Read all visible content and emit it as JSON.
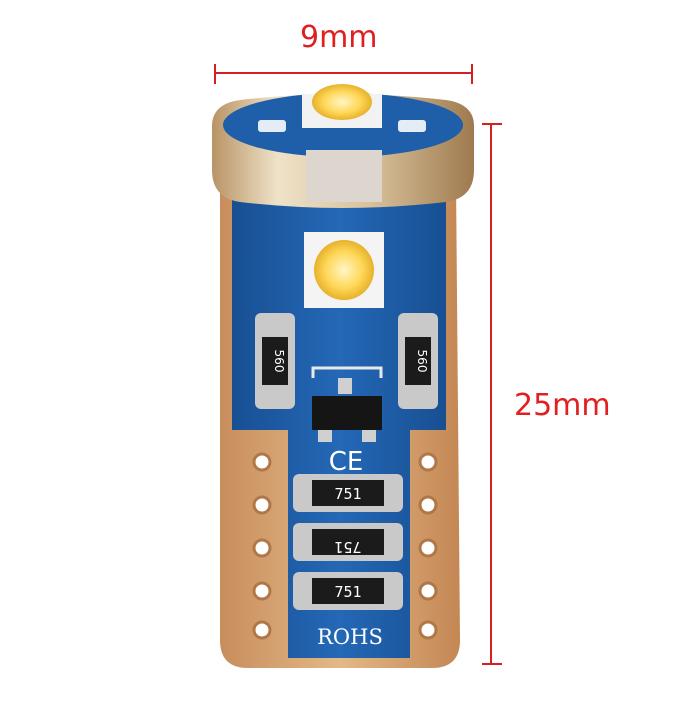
{
  "dimensions": {
    "width_label": "9mm",
    "length_label": "25mm",
    "line_color": "#d42020"
  },
  "bulb": {
    "base_color": "#d9a679",
    "pcb_color": "#1f5ea8",
    "metal_ring_color": "#d9c8a8"
  },
  "markings": {
    "resistor_top": "560",
    "resistor_bottom_1": "751",
    "resistor_bottom_2": "751",
    "resistor_bottom_3": "751",
    "ce_mark": "CE",
    "rohs": "ROHS"
  }
}
